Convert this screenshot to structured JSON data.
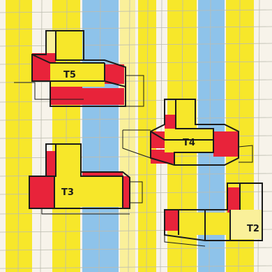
{
  "colors": {
    "paper": "#f7f3ea",
    "yellow": "#f7e72a",
    "yellow_light": "#faf09a",
    "blue": "#8ec3ea",
    "red": "#e8233a",
    "outline": "#1b1b1b",
    "grid": "#bdbdb0"
  },
  "labels": {
    "t5": "T5",
    "t4": "T4",
    "t3": "T3",
    "t2": "T2"
  }
}
